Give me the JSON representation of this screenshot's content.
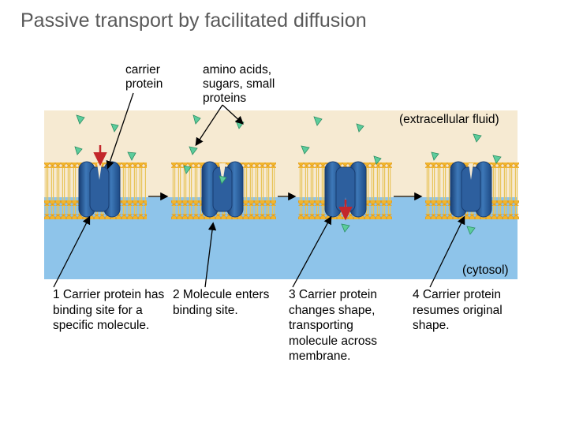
{
  "title": "Passive transport by facilitated diffusion",
  "labels": {
    "carrier": "carrier\nprotein",
    "solutes": "amino acids,\nsugars, small\nproteins",
    "extracellular": "(extracellular fluid)",
    "cytosol": "(cytosol)"
  },
  "steps": [
    "1 Carrier protein has binding site for a specific molecule.",
    "2 Molecule enters binding site.",
    "3 Carrier protein changes shape, transporting molecule across membrane.",
    "4 Carrier protein resumes original shape."
  ],
  "colors": {
    "extracellular": "#f6ead2",
    "cytosol": "#8ec4ea",
    "lipid_head": "#f2b52c",
    "lipid_tail": "#e8c45a",
    "protein": "#2d5f9e",
    "protein_dark": "#183d72",
    "solute": "#5ccc9c",
    "red_arrow": "#c3272b"
  }
}
